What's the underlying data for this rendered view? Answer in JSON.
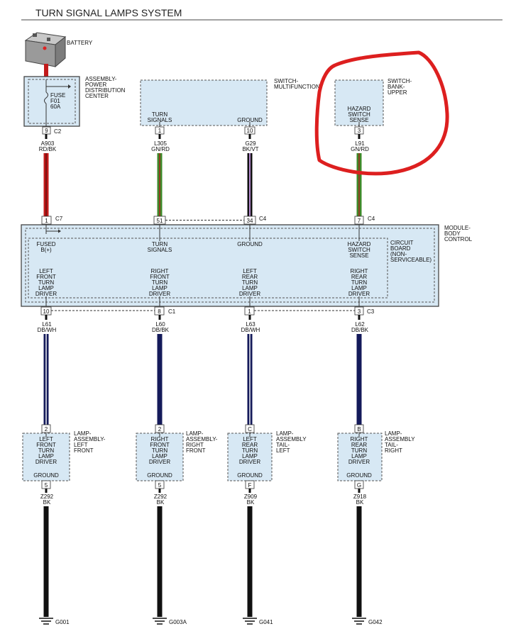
{
  "title": "TURN SIGNAL LAMPS SYSTEM",
  "battery_label": "BATTERY",
  "pdc": {
    "label": [
      "ASSEMBLY-",
      "POWER",
      "DISTRIBUTION",
      "CENTER"
    ],
    "fuse": [
      "FUSE",
      "F01",
      "60A"
    ],
    "pin": "9",
    "connector": "C2",
    "wire": [
      "A903",
      "RD/BK"
    ]
  },
  "multifunction": {
    "label": [
      "SWITCH-",
      "MULTIFUNCTION"
    ],
    "turn_signals": [
      "TURN",
      "SIGNALS"
    ],
    "ground": "GROUND",
    "pin_turn": "1",
    "pin_ground": "10",
    "wire_turn": [
      "L305",
      "GN/RD"
    ],
    "wire_ground": [
      "G29",
      "BK/VT"
    ]
  },
  "bank_upper": {
    "label": [
      "SWITCH-",
      "BANK-",
      "UPPER"
    ],
    "text": [
      "HAZARD",
      "SWITCH",
      "SENSE"
    ],
    "pin": "3",
    "wire": [
      "L91",
      "GN/RD"
    ]
  },
  "bcm": {
    "label": [
      "MODULE-",
      "BODY",
      "CONTROL"
    ],
    "board_label": [
      "CIRCUIT",
      "BOARD",
      "(NON-",
      "SERVICEABLE)"
    ],
    "top_pins": [
      "1",
      "51",
      "34",
      "7"
    ],
    "top_connectors": [
      "C7",
      "C4",
      "C4"
    ],
    "top_texts": [
      [
        "FUSED",
        "B(+)"
      ],
      [
        "TURN",
        "SIGNALS"
      ],
      [
        "GROUND"
      ],
      [
        "HAZARD",
        "SWITCH",
        "SENSE"
      ]
    ],
    "bottom_texts": [
      [
        "LEFT",
        "FRONT",
        "TURN",
        "LAMP",
        "DRIVER"
      ],
      [
        "RIGHT",
        "FRONT",
        "TURN",
        "LAMP",
        "DRIVER"
      ],
      [
        "LEFT",
        "REAR",
        "TURN",
        "LAMP",
        "DRIVER"
      ],
      [
        "RIGHT",
        "REAR",
        "TURN",
        "LAMP",
        "DRIVER"
      ]
    ],
    "bottom_pins": [
      "10",
      "8",
      "1",
      "3"
    ],
    "bottom_connectors": [
      "C1",
      "C3"
    ]
  },
  "output_wires": [
    [
      "L61",
      "DB/WH"
    ],
    [
      "L60",
      "DB/BK"
    ],
    [
      "L63",
      "DB/WH"
    ],
    [
      "L62",
      "DB/BK"
    ]
  ],
  "lamps": [
    {
      "label": [
        "LAMP-",
        "ASSEMBLY-",
        "LEFT",
        "FRONT"
      ],
      "text": [
        "LEFT",
        "FRONT",
        "TURN",
        "LAMP",
        "DRIVER"
      ],
      "pin_in": "2",
      "ground": "GROUND",
      "pin_out": "5",
      "wire": [
        "Z292",
        "BK"
      ],
      "gnd": "G001"
    },
    {
      "label": [
        "LAMP-",
        "ASSEMBLY-",
        "RIGHT",
        "FRONT"
      ],
      "text": [
        "RIGHT",
        "FRONT",
        "TURN",
        "LAMP",
        "DRIVER"
      ],
      "pin_in": "2",
      "ground": "GROUND",
      "pin_out": "5",
      "wire": [
        "Z292",
        "BK"
      ],
      "gnd": "G003A"
    },
    {
      "label": [
        "LAMP-",
        "ASSEMBLY",
        "TAIL-",
        "LEFT"
      ],
      "text": [
        "LEFT",
        "REAR",
        "TURN",
        "LAMP",
        "DRIVER"
      ],
      "pin_in": "C",
      "ground": "GROUND",
      "pin_out": "F",
      "wire": [
        "Z909",
        "BK"
      ],
      "gnd": "G041"
    },
    {
      "label": [
        "LAMP-",
        "ASSEMBLY",
        "TAIL-",
        "RIGHT"
      ],
      "text": [
        "RIGHT",
        "REAR",
        "TURN",
        "LAMP",
        "DRIVER"
      ],
      "pin_in": "B",
      "ground": "GROUND",
      "pin_out": "G",
      "wire": [
        "Z918",
        "BK"
      ],
      "gnd": "G042"
    }
  ],
  "colors": {
    "red_wire": "#c21a1a",
    "green_wire": "#3e8a2a",
    "violet_wire": "#7a3a9a",
    "dark_blue_wire": "#141a5a",
    "ground_wire": "#111111",
    "annotation": "#dd1f1f",
    "box_fill": "#d7e8f4"
  }
}
